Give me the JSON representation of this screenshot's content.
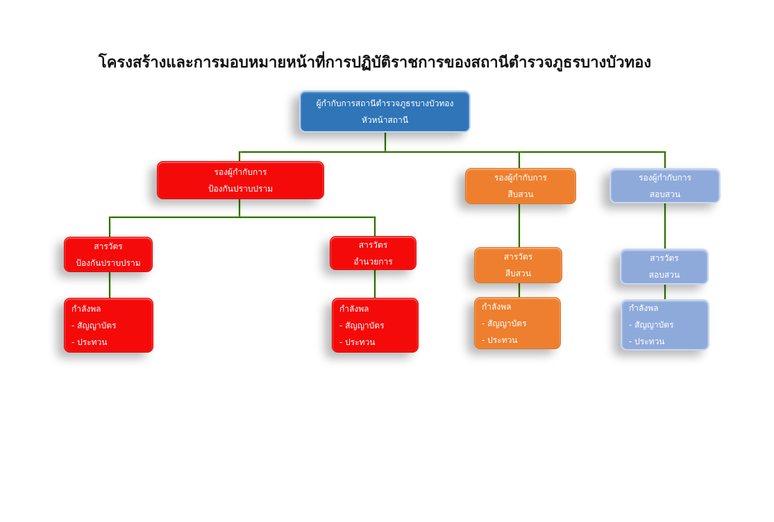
{
  "title": "โครงสร้างและการมอบหมายหน้าที่การปฏิบัติราชการของสถานีตำรวจภูธรบางบัวทอง",
  "colors": {
    "head": "#2f75b7",
    "prevention": "#f50a0a",
    "investigation": "#ee7f2e",
    "inquiry": "#8eaadb",
    "connector": "#2f6a12"
  },
  "head": {
    "line1": "ผู้กำกับการสถานีตำรวจภูธรบางบัวทอง",
    "line2": "หัวหน้าสถานี"
  },
  "deputies": [
    {
      "line1": "รองผู้กำกับการ",
      "line2": "ป้องกันปราบปราม"
    },
    {
      "line1": "รองผู้กำกับการ",
      "line2": "สืบสวน"
    },
    {
      "line1": "รองผู้กำกับการ",
      "line2": "สอบสวน"
    }
  ],
  "duty_officers": [
    {
      "line1": "สารวัตร",
      "line2": "ป้องกันปราบปราม"
    },
    {
      "line1": "สารวัตร",
      "line2": "อำนวยการ"
    },
    {
      "line1": "สารวัตร",
      "line2": "สืบสวน"
    },
    {
      "line1": "สารวัตร",
      "line2": "สอบสวน"
    }
  ],
  "personnel": [
    {
      "line1": "กำลังพล",
      "line2": "- สัญญาบัตร",
      "line3": "- ประทวน"
    },
    {
      "line1": "กำลังพล",
      "line2": "- สัญญาบัตร",
      "line3": "- ประทวน"
    },
    {
      "line1": "กำลังพล",
      "line2": "- สัญญาบัตร",
      "line3": "- ประทวน"
    },
    {
      "line1": "กำลังพล",
      "line2": "- สัญญาบัตร",
      "line3": "- ประทวน"
    }
  ]
}
